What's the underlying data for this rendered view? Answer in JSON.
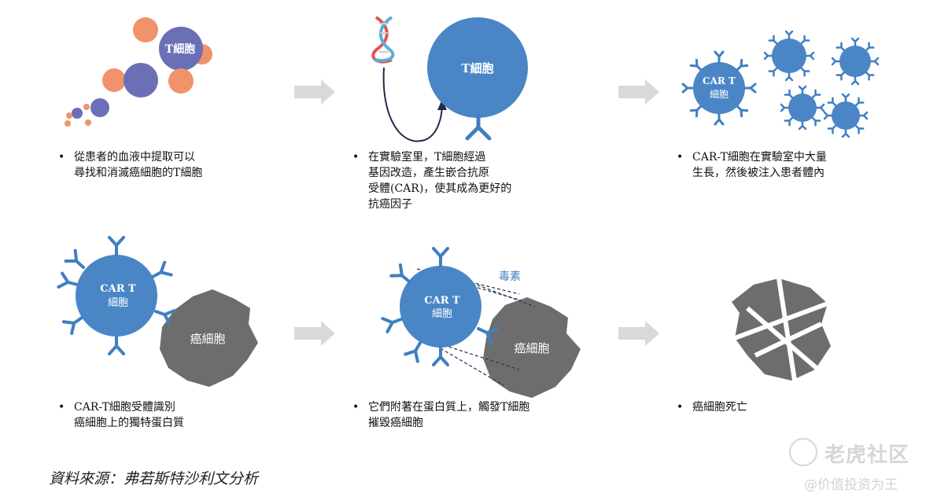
{
  "panels": {
    "p1": {
      "cell_label": "T細胞",
      "caption": "從患者的血液中提取可以\n尋找和消滅癌細胞的T細胞"
    },
    "p2": {
      "cell_label": "T細胞",
      "caption": "在實驗室里，T細胞經過\n基因改造，產生嵌合抗原\n受體(CAR)，使其成為更好的\n抗癌因子"
    },
    "p3": {
      "cell_label": "CAR T\n細胞",
      "caption": "CAR-T細胞在實驗室中大量\n生長，然後被注入患者體內"
    },
    "p4": {
      "car_label": "CAR T\n細胞",
      "cancer_label": "癌細胞",
      "caption": "CAR-T細胞受體識別\n癌細胞上的獨特蛋白質"
    },
    "p5": {
      "car_label": "CAR T\n細胞",
      "cancer_label": "癌細胞",
      "toxin_label": "毒素",
      "caption": "它們附著在蛋白質上，觸發T細胞\n摧毀癌細胞"
    },
    "p6": {
      "caption": "癌細胞死亡"
    }
  },
  "source": "資料來源：弗若斯特沙利文分析",
  "watermark": {
    "title": "老虎社区",
    "handle": "@价值投资为王"
  },
  "colors": {
    "tcell_blue": "#4a86c5",
    "car_blue": "#4a86c5",
    "receptor_blue": "#3f7fc2",
    "orange": "#f0936a",
    "purple": "#6a6fb6",
    "cancer_gray": "#6d6d6d",
    "arrow_gray": "#d9d9d9"
  }
}
